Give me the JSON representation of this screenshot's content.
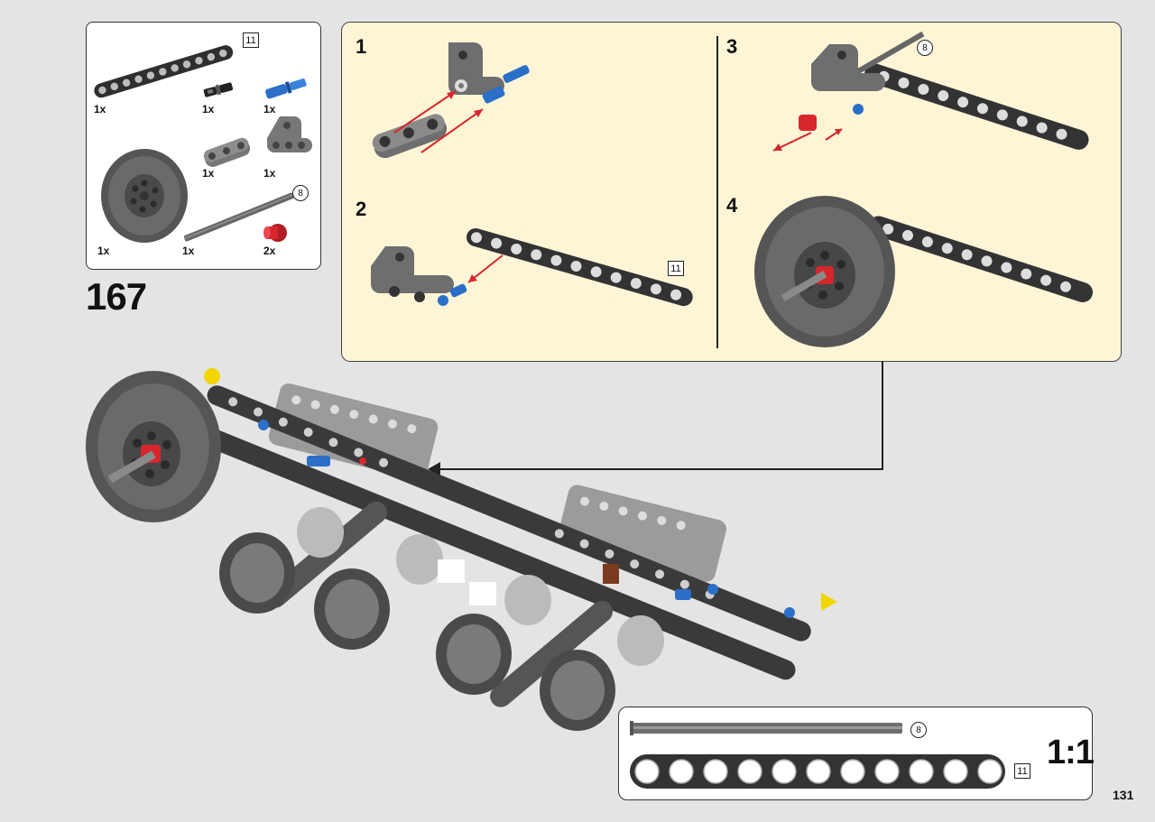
{
  "step": {
    "number": "167"
  },
  "page": {
    "number": "131"
  },
  "parts_list": {
    "items": [
      {
        "name": "beam-11",
        "qty": "1x",
        "length": "11"
      },
      {
        "name": "friction-pin-black",
        "qty": "1x"
      },
      {
        "name": "axle-pin-blue",
        "qty": "1x"
      },
      {
        "name": "beam-3",
        "qty": "1x"
      },
      {
        "name": "angle-beam-t",
        "qty": "1x"
      },
      {
        "name": "wheel-gear",
        "qty": "1x"
      },
      {
        "name": "axle-8",
        "qty": "1x",
        "length": "8"
      },
      {
        "name": "bush-red",
        "qty": "2x"
      }
    ]
  },
  "substeps": [
    {
      "num": "1"
    },
    {
      "num": "2",
      "length": "11"
    },
    {
      "num": "3",
      "length": "8"
    },
    {
      "num": "4"
    }
  ],
  "ruler": {
    "axle_length": "8",
    "beam_length": "11",
    "scale": "1:1"
  },
  "colors": {
    "panel_bg": "#fdf5d6",
    "beam_dark": "#3b3b3b",
    "beam_grey": "#7a7a7a",
    "accent_red": "#d7262c",
    "pin_blue": "#2b6fc9"
  }
}
